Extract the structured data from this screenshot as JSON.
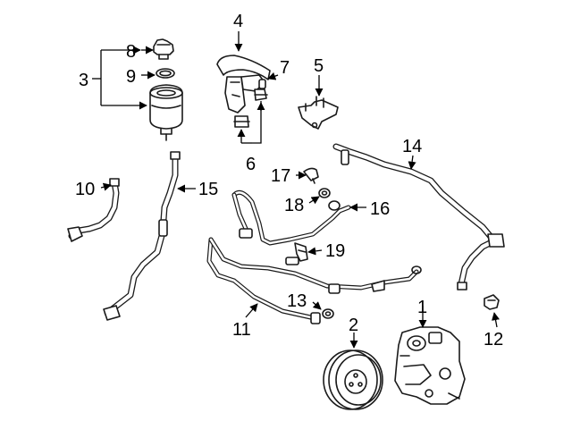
{
  "diagram": {
    "callouts": [
      {
        "id": "c1",
        "text": "1"
      },
      {
        "id": "c2",
        "text": "2"
      },
      {
        "id": "c3",
        "text": "3"
      },
      {
        "id": "c4",
        "text": "4"
      },
      {
        "id": "c5",
        "text": "5"
      },
      {
        "id": "c6",
        "text": "6"
      },
      {
        "id": "c7",
        "text": "7"
      },
      {
        "id": "c8",
        "text": "8"
      },
      {
        "id": "c9",
        "text": "9"
      },
      {
        "id": "c10",
        "text": "10"
      },
      {
        "id": "c11",
        "text": "11"
      },
      {
        "id": "c12",
        "text": "12"
      },
      {
        "id": "c13",
        "text": "13"
      },
      {
        "id": "c14",
        "text": "14"
      },
      {
        "id": "c15",
        "text": "15"
      },
      {
        "id": "c16",
        "text": "16"
      },
      {
        "id": "c17",
        "text": "17"
      },
      {
        "id": "c18",
        "text": "18"
      },
      {
        "id": "c19",
        "text": "19"
      }
    ],
    "colors": {
      "line": "#1a1a1a",
      "background": "#ffffff"
    }
  }
}
